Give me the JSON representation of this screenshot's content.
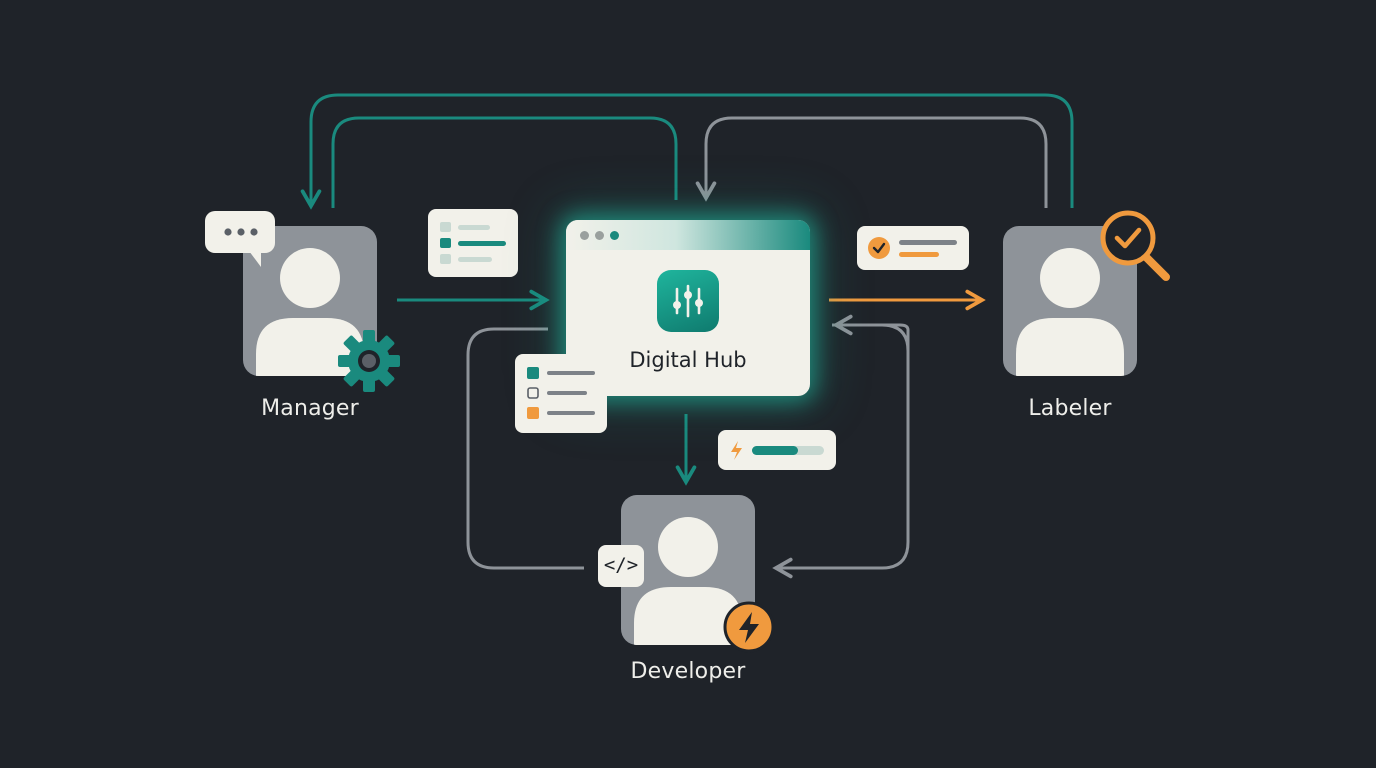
{
  "roles": {
    "manager": "Manager",
    "hub": "Digital Hub",
    "labeler": "Labeler",
    "developer": "Developer"
  },
  "icons": {
    "chat": "chat-bubble-icon",
    "gear": "gear-icon",
    "magnifier": "magnifier-check-icon",
    "code": "code-icon",
    "bolt": "lightning-icon",
    "hub": "sliders-icon"
  },
  "colors": {
    "background": "#1f2329",
    "teal": "#1a8a7e",
    "orange": "#f09a3e",
    "gray_line": "#8e9399",
    "card": "#f2f1ea"
  },
  "code_symbol": "</>"
}
